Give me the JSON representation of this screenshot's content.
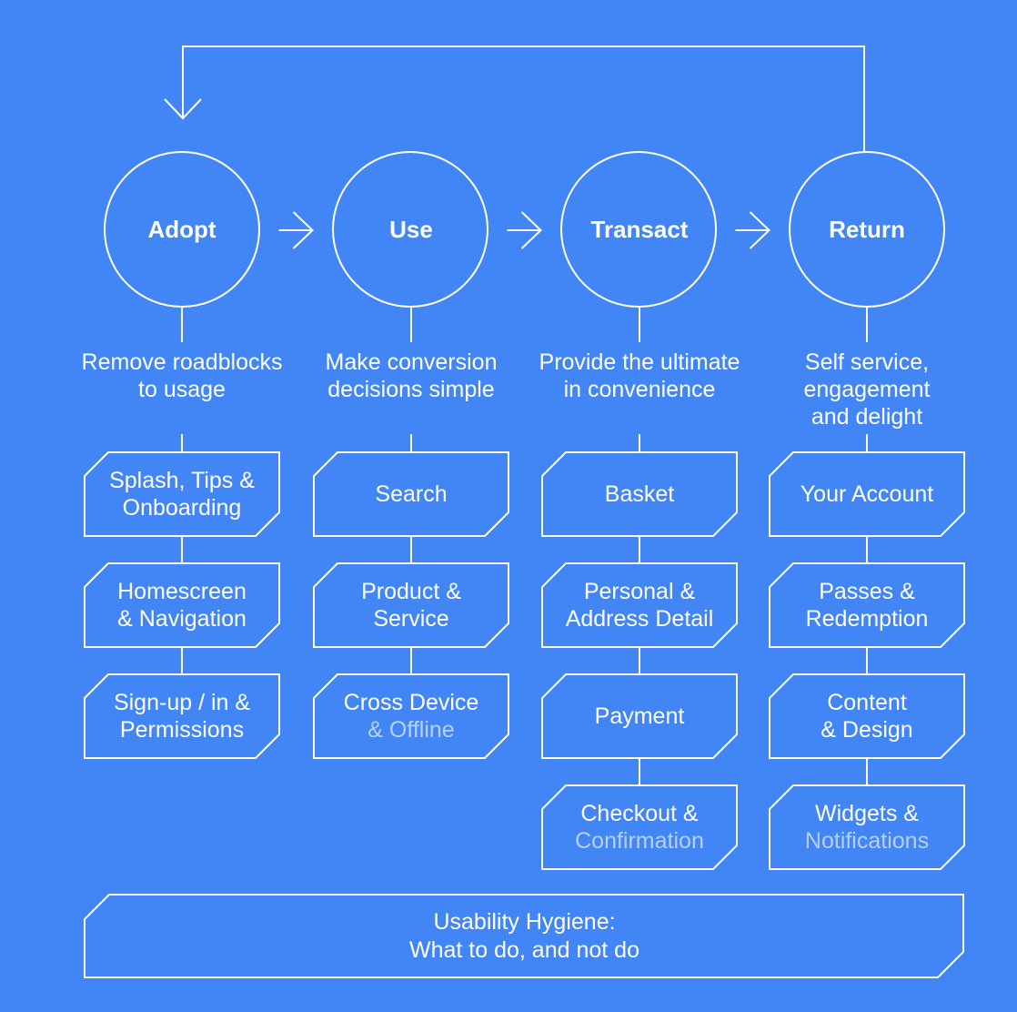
{
  "colors": {
    "background": "#4285F4",
    "line": "#FFFFFF",
    "text": "#FFFFFF",
    "text_faded": "rgba(255,255,255,0.62)"
  },
  "icons": {
    "loop_arrow": "loop-return-arrow-icon",
    "stage_arrow": "arrow-right-icon"
  },
  "stages": [
    {
      "name": "Adopt",
      "description": [
        "Remove roadblocks",
        "to usage"
      ],
      "boxes": [
        {
          "lines": [
            {
              "text": "Splash, Tips &",
              "faded": false
            },
            {
              "text": "Onboarding",
              "faded": false
            }
          ]
        },
        {
          "lines": [
            {
              "text": "Homescreen",
              "faded": false
            },
            {
              "text": "& Navigation",
              "faded": false
            }
          ]
        },
        {
          "lines": [
            {
              "text": "Sign-up / in &",
              "faded": false
            },
            {
              "text": "Permissions",
              "faded": false
            }
          ]
        }
      ]
    },
    {
      "name": "Use",
      "description": [
        "Make conversion",
        "decisions simple"
      ],
      "boxes": [
        {
          "lines": [
            {
              "text": "Search",
              "faded": false
            }
          ]
        },
        {
          "lines": [
            {
              "text": "Product &",
              "faded": false
            },
            {
              "text": "Service",
              "faded": false
            }
          ]
        },
        {
          "lines": [
            {
              "text": "Cross Device",
              "faded": false
            },
            {
              "text": "& Offline",
              "faded": true
            }
          ]
        }
      ]
    },
    {
      "name": "Transact",
      "description": [
        "Provide the ultimate",
        "in convenience"
      ],
      "boxes": [
        {
          "lines": [
            {
              "text": "Basket",
              "faded": false
            }
          ]
        },
        {
          "lines": [
            {
              "text": "Personal &",
              "faded": false
            },
            {
              "text": "Address Detail",
              "faded": false
            }
          ]
        },
        {
          "lines": [
            {
              "text": "Payment",
              "faded": false
            }
          ]
        },
        {
          "lines": [
            {
              "text": "Checkout &",
              "faded": false
            },
            {
              "text": "Confirmation",
              "faded": true
            }
          ]
        }
      ]
    },
    {
      "name": "Return",
      "description": [
        "Self service,",
        "engagement",
        "and delight"
      ],
      "boxes": [
        {
          "lines": [
            {
              "text": "Your Account",
              "faded": false
            }
          ]
        },
        {
          "lines": [
            {
              "text": "Passes &",
              "faded": false
            },
            {
              "text": "Redemption",
              "faded": false
            }
          ]
        },
        {
          "lines": [
            {
              "text": "Content",
              "faded": false
            },
            {
              "text": "& Design",
              "faded": false
            }
          ]
        },
        {
          "lines": [
            {
              "text": "Widgets &",
              "faded": false
            },
            {
              "text": "Notifications",
              "faded": true
            }
          ]
        }
      ]
    }
  ],
  "footer": {
    "lines": [
      "Usability Hygiene:",
      "What to do, and not do"
    ]
  }
}
